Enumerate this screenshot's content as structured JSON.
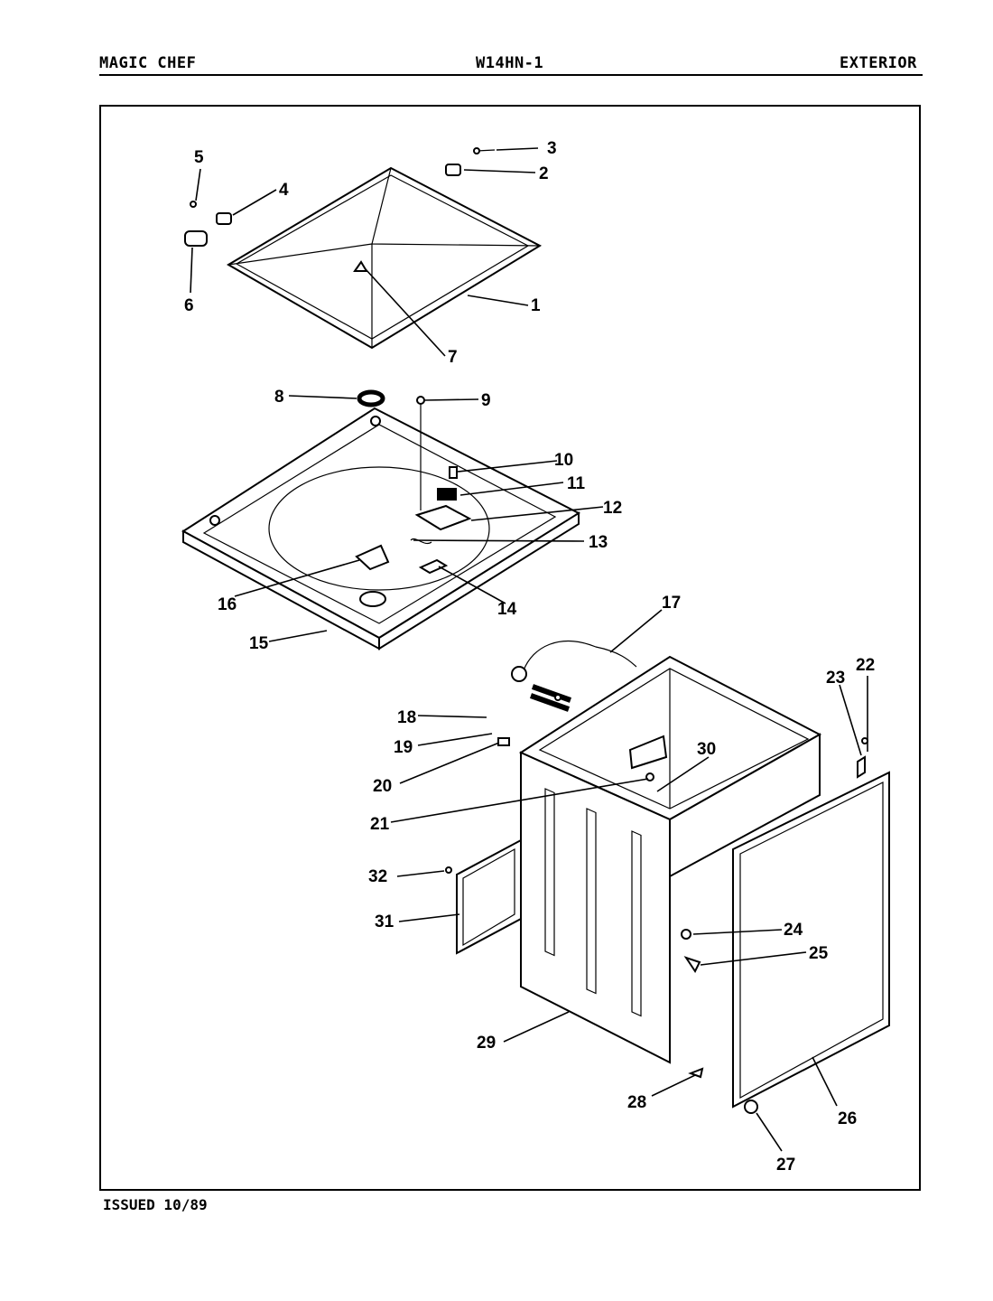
{
  "header": {
    "brand": "MAGIC CHEF",
    "model": "W14HN-1",
    "section": "EXTERIOR"
  },
  "footer": {
    "issued": "ISSUED 10/89"
  },
  "callouts": [
    "1",
    "2",
    "3",
    "4",
    "5",
    "6",
    "7",
    "8",
    "9",
    "10",
    "11",
    "12",
    "13",
    "14",
    "15",
    "16",
    "17",
    "18",
    "19",
    "20",
    "21",
    "22",
    "23",
    "24",
    "25",
    "26",
    "27",
    "28",
    "29",
    "30",
    "31",
    "32"
  ]
}
